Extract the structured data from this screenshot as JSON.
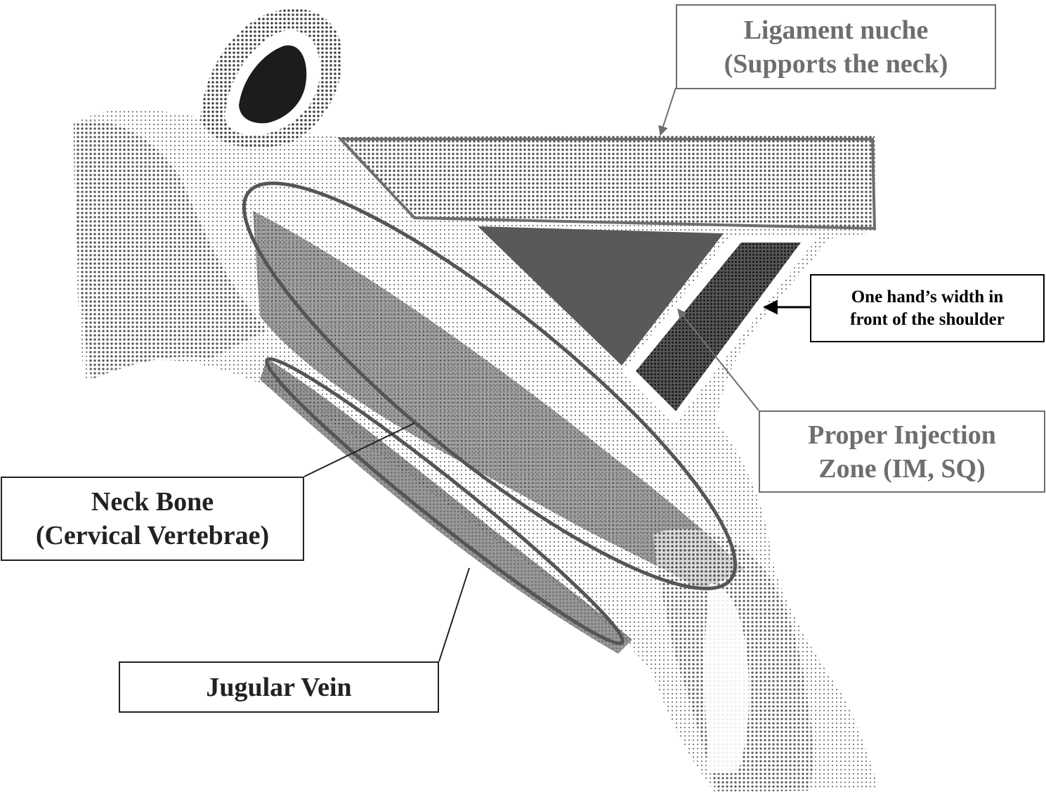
{
  "labels": {
    "ligament": {
      "line1": "Ligament nuche",
      "line2": "(Supports the neck)"
    },
    "hand_width": {
      "line1": "One hand’s width in",
      "line2": "front of the shoulder"
    },
    "injection_zone": {
      "line1": "Proper Injection",
      "line2": "Zone (IM, SQ)"
    },
    "neck_bone": {
      "line1": "Neck Bone",
      "line2": "(Cervical Vertebrae)"
    },
    "jugular": {
      "line1": "Jugular Vein"
    }
  },
  "colors": {
    "outline_gray": "#6e6e6e",
    "zone_fill": "#595959",
    "shoulder_fill": "#3a3a3a",
    "box_text_dark": "#222222",
    "background": "#ffffff"
  }
}
